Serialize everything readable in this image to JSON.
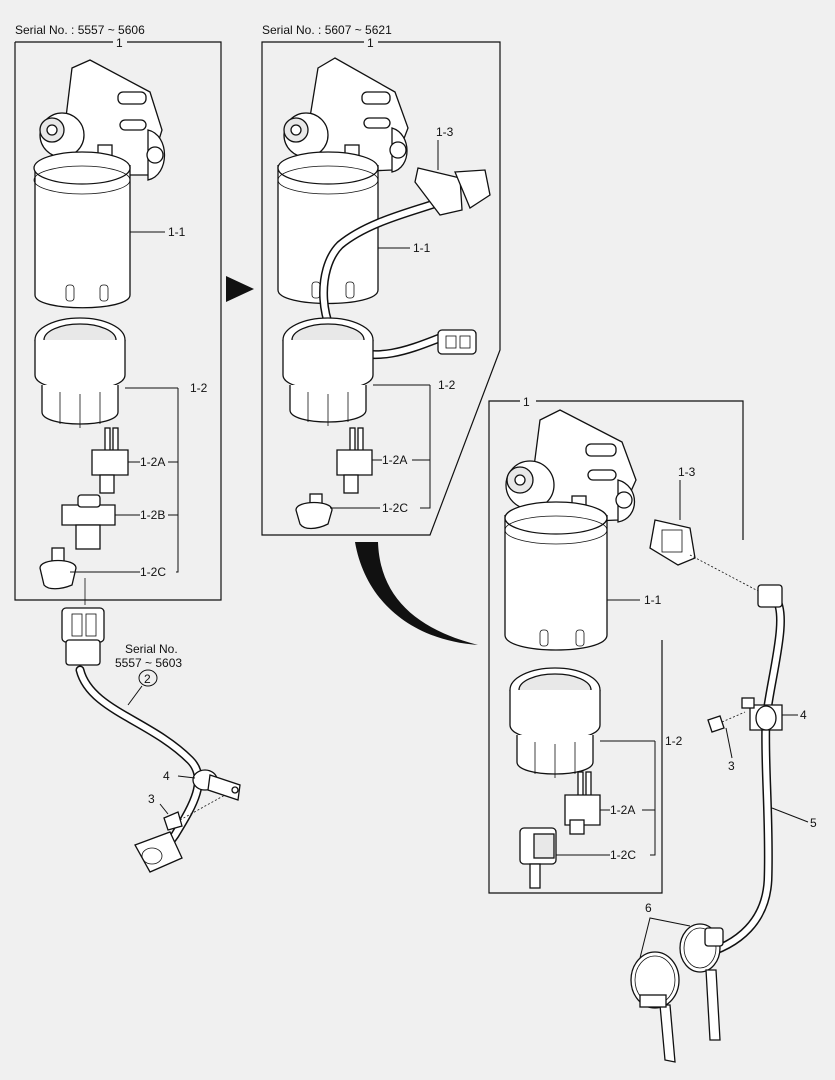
{
  "serial_left": "Serial No. : 5557 ~ 5606",
  "serial_mid": "Serial No. : 5607 ~ 5621",
  "serial_harness_line1": "Serial No.",
  "serial_harness_line2": "5557 ~ 5603",
  "left": {
    "group": "1",
    "filter": "1-1",
    "bowl": "1-2",
    "sensor": "1-2A",
    "plug": "1-2B",
    "drain": "1-2C"
  },
  "mid": {
    "group": "1",
    "connector": "1-3",
    "filter": "1-1",
    "bowl": "1-2",
    "sensor": "1-2A",
    "drain": "1-2C"
  },
  "right": {
    "group": "1",
    "connector": "1-3",
    "filter": "1-1",
    "bowl": "1-2",
    "sensor": "1-2A",
    "drain": "1-2C",
    "clamp": "4",
    "bolt": "3",
    "harness": "5",
    "ties": "6"
  },
  "harness": {
    "callout": "2",
    "clamp": "4",
    "bolt": "3"
  }
}
